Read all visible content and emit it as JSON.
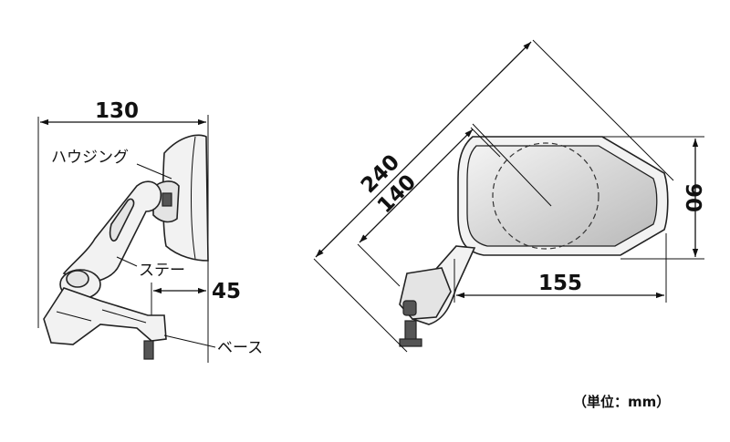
{
  "side_view": {
    "dim_width": "130",
    "dim_base": "45",
    "label_housing": "ハウジング",
    "label_stay": "ステー",
    "label_base": "ベース"
  },
  "front_view": {
    "dim_diagonal": "240",
    "dim_mirror_diagonal": "140",
    "dim_width": "155",
    "dim_height": "90"
  },
  "unit_note": "（単位：mm）"
}
